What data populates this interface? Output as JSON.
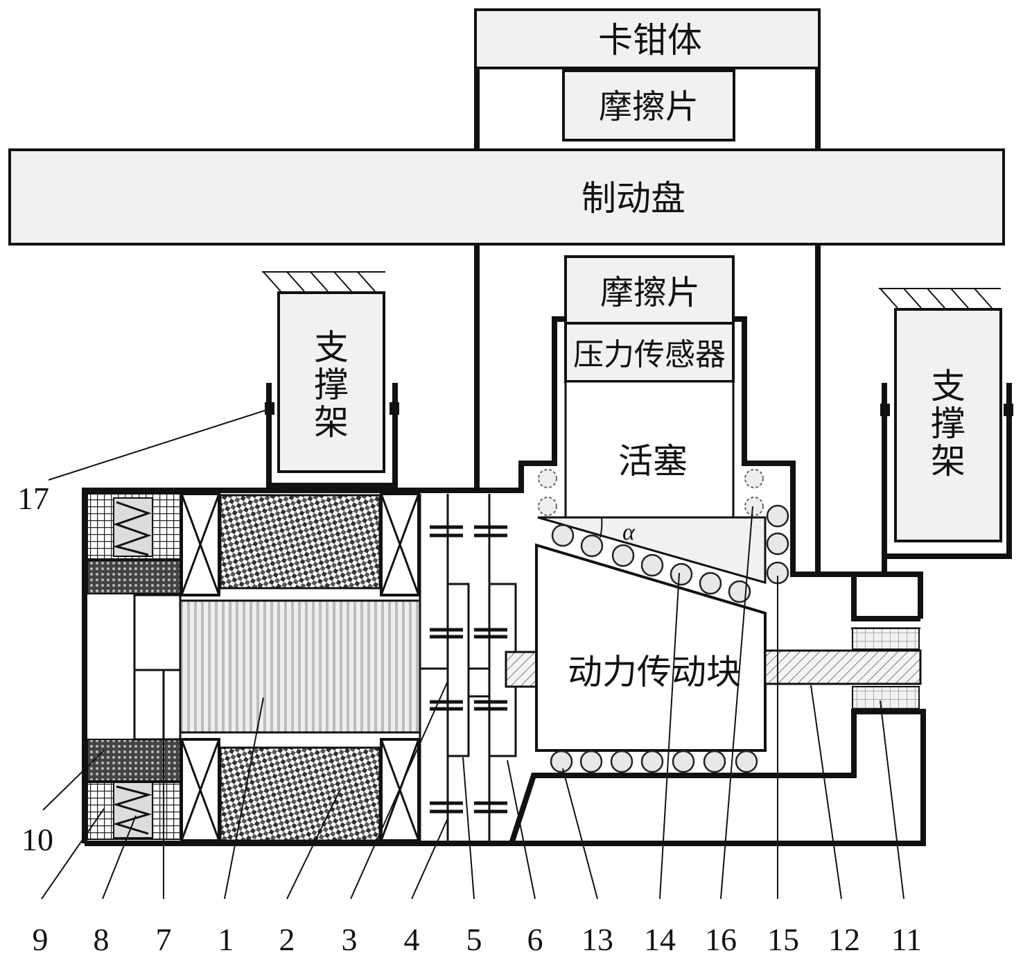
{
  "labels": {
    "caliper": "卡钳体",
    "pad_top": "摩擦片",
    "disc": "制动盘",
    "pad_bottom": "摩擦片",
    "pressure_sensor": "压力传感器",
    "piston": "活塞",
    "support_left": [
      "支",
      "撑",
      "架"
    ],
    "support_right": [
      "支",
      "撑",
      "架"
    ],
    "power_block": "动力传动块",
    "angle": "α"
  },
  "callouts": {
    "n17": "17",
    "n10": "10",
    "bottom": [
      "9",
      "8",
      "7",
      "1",
      "2",
      "3",
      "4",
      "5",
      "6",
      "13",
      "14",
      "16",
      "15",
      "12",
      "11"
    ]
  }
}
